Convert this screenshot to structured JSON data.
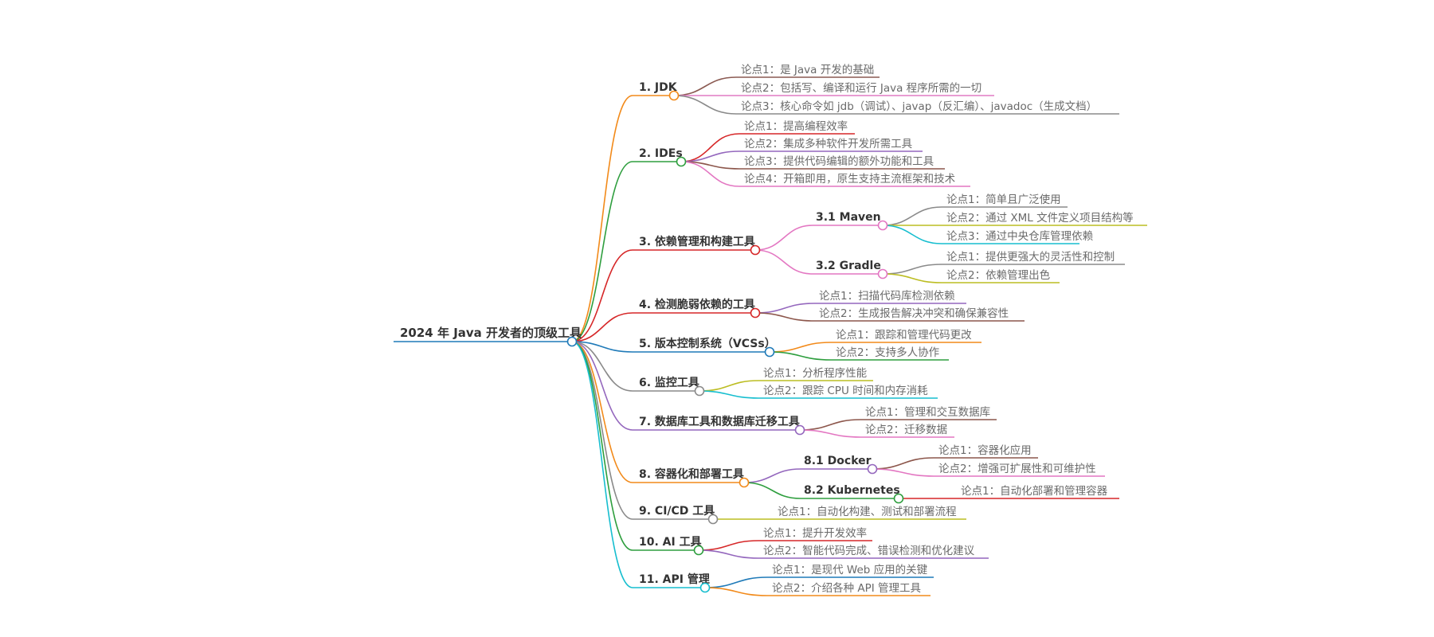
{
  "root": {
    "label": "2024 年 Java 开发者的顶级工具",
    "color": "#1f7ab8"
  },
  "branches": [
    {
      "label": "1. JDK",
      "color": "#f28a1a",
      "children": [
        {
          "label": "论点1：是 Java 开发的基础",
          "color": "#8b5a52"
        },
        {
          "label": "论点2：包括写、编译和运行 Java 程序所需的一切",
          "color": "#e07bc4"
        },
        {
          "label": "论点3：核心命令如 jdb（调试）、javap（反汇编）、javadoc（生成文档）",
          "color": "#8a8a8a"
        }
      ]
    },
    {
      "label": "2. IDEs",
      "color": "#2e9e3e",
      "children": [
        {
          "label": "论点1：提高编程效率",
          "color": "#d62728"
        },
        {
          "label": "论点2：集成多种软件开发所需工具",
          "color": "#9467bd"
        },
        {
          "label": "论点3：提供代码编辑的额外功能和工具",
          "color": "#8c564b"
        },
        {
          "label": "论点4：开箱即用，原生支持主流框架和技术",
          "color": "#e377c2"
        }
      ]
    },
    {
      "label": "3. 依赖管理和构建工具",
      "color": "#d62728",
      "children": [
        {
          "label": "3.1 Maven",
          "color": "#e377c2",
          "children": [
            {
              "label": "论点1：简单且广泛使用",
              "color": "#8a8a8a"
            },
            {
              "label": "论点2：通过 XML 文件定义项目结构等",
              "color": "#bcbd22"
            },
            {
              "label": "论点3：通过中央仓库管理依赖",
              "color": "#17becf"
            }
          ]
        },
        {
          "label": "3.2 Gradle",
          "color": "#e377c2",
          "children": [
            {
              "label": "论点1：提供更强大的灵活性和控制",
              "color": "#8a8a8a"
            },
            {
              "label": "论点2：依赖管理出色",
              "color": "#bcbd22"
            }
          ]
        }
      ]
    },
    {
      "label": "4. 检测脆弱依赖的工具",
      "color": "#d62728",
      "children": [
        {
          "label": "论点1：扫描代码库检测依赖",
          "color": "#9467bd"
        },
        {
          "label": "论点2：生成报告解决冲突和确保兼容性",
          "color": "#8c564b"
        }
      ]
    },
    {
      "label": "5. 版本控制系统（VCSs）",
      "color": "#1f7ab8",
      "children": [
        {
          "label": "论点1：跟踪和管理代码更改",
          "color": "#f28a1a"
        },
        {
          "label": "论点2：支持多人协作",
          "color": "#2e9e3e"
        }
      ]
    },
    {
      "label": "6. 监控工具",
      "color": "#8a8a8a",
      "children": [
        {
          "label": "论点1：分析程序性能",
          "color": "#bcbd22"
        },
        {
          "label": "论点2：跟踪 CPU 时间和内存消耗",
          "color": "#17becf"
        }
      ]
    },
    {
      "label": "7. 数据库工具和数据库迁移工具",
      "color": "#9467bd",
      "children": [
        {
          "label": "论点1：管理和交互数据库",
          "color": "#8c564b"
        },
        {
          "label": "论点2：迁移数据",
          "color": "#e377c2"
        }
      ]
    },
    {
      "label": "8. 容器化和部署工具",
      "color": "#f28a1a",
      "children": [
        {
          "label": "8.1 Docker",
          "color": "#9467bd",
          "children": [
            {
              "label": "论点1：容器化应用",
              "color": "#8c564b"
            },
            {
              "label": "论点2：增强可扩展性和可维护性",
              "color": "#e377c2"
            }
          ]
        },
        {
          "label": "8.2 Kubernetes",
          "color": "#2e9e3e",
          "children": [
            {
              "label": "论点1：自动化部署和管理容器",
              "color": "#d62728"
            }
          ]
        }
      ]
    },
    {
      "label": "9. CI/CD 工具",
      "color": "#8a8a8a",
      "children": [
        {
          "label": "论点1：自动化构建、测试和部署流程",
          "color": "#bcbd22"
        }
      ]
    },
    {
      "label": "10. AI 工具",
      "color": "#2e9e3e",
      "children": [
        {
          "label": "论点1：提升开发效率",
          "color": "#d62728"
        },
        {
          "label": "论点2：智能代码完成、错误检测和优化建议",
          "color": "#9467bd"
        }
      ]
    },
    {
      "label": "11. API 管理",
      "color": "#17becf",
      "children": [
        {
          "label": "论点1：是现代 Web 应用的关键",
          "color": "#1f7ab8"
        },
        {
          "label": "论点2：介绍各种 API 管理工具",
          "color": "#f28a1a"
        }
      ]
    }
  ]
}
